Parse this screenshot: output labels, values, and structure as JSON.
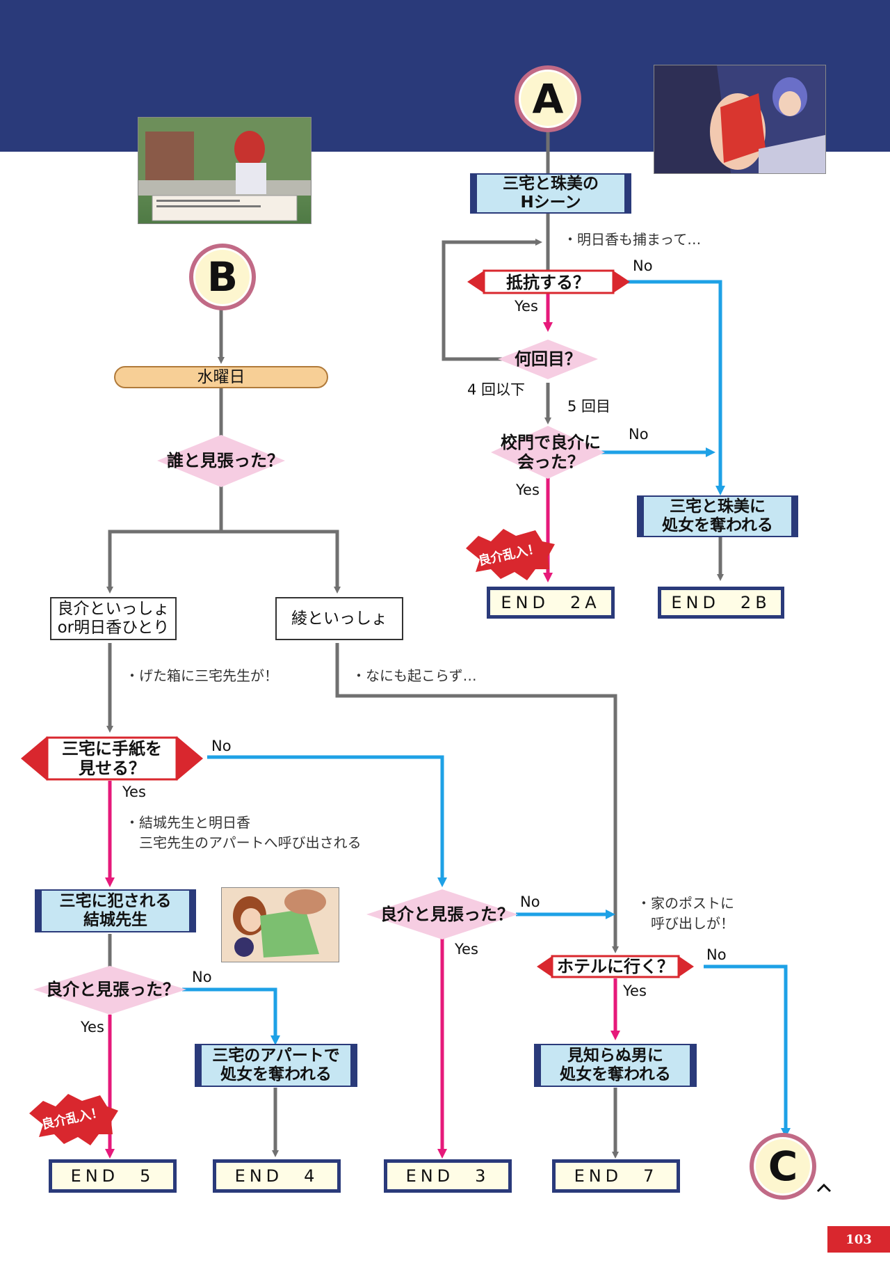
{
  "labels": {
    "start_a": "A",
    "start_b": "B",
    "goto_c": "C"
  },
  "nodes": {
    "scene_miyake_tamami": "三宅と珠美の\nHシーン",
    "q_resist": "抵抗する？",
    "q_count": "何回目？",
    "q_gate": "校門で良介に\n会った？",
    "scene_tamami_lost": "三宅と珠美に\n処女を奪われる",
    "end_2a": "END　2A",
    "end_2b": "END　2B",
    "day_wed": "水曜日",
    "q_who": "誰と見張った？",
    "opt_ryosuke": "良介といっしょ\nor明日香ひとり",
    "opt_aya": "綾といっしょ",
    "q_letter": "三宅に手紙を\n見せる？",
    "scene_yuki": "三宅に犯される\n結城先生",
    "q_watch_left": "良介と見張った？",
    "scene_apart": "三宅のアパートで\n処女を奪われる",
    "q_watch_mid": "良介と見張った？",
    "q_hotel": "ホテルに行く？",
    "scene_stranger": "見知らぬ男に\n処女を奪われる",
    "end_5": "END　5",
    "end_4": "END　4",
    "end_3": "END　3",
    "end_7": "END　7"
  },
  "notes": {
    "asuka_caught": "・明日香も捕まって…",
    "geta": "・げた箱に三宅先生が！",
    "nothing": "・なにも起こらず…",
    "apart_call": "・結城先生と明日香\n　三宅先生のアパートへ呼び出される",
    "post_call": "・家のポストに\n　呼び出しが！"
  },
  "edges": {
    "yes": "Yes",
    "no": "No",
    "times_le4": "4 回以下",
    "times_5": "5 回目"
  },
  "bursts": {
    "ryosuke_intrude": "良介乱入！"
  },
  "page": {
    "number": "103"
  },
  "colors": {
    "navy": "#2a3a7a",
    "pink": "#e6197a",
    "blue": "#1ea1e6",
    "gray": "#707070",
    "red": "#d9272e"
  }
}
